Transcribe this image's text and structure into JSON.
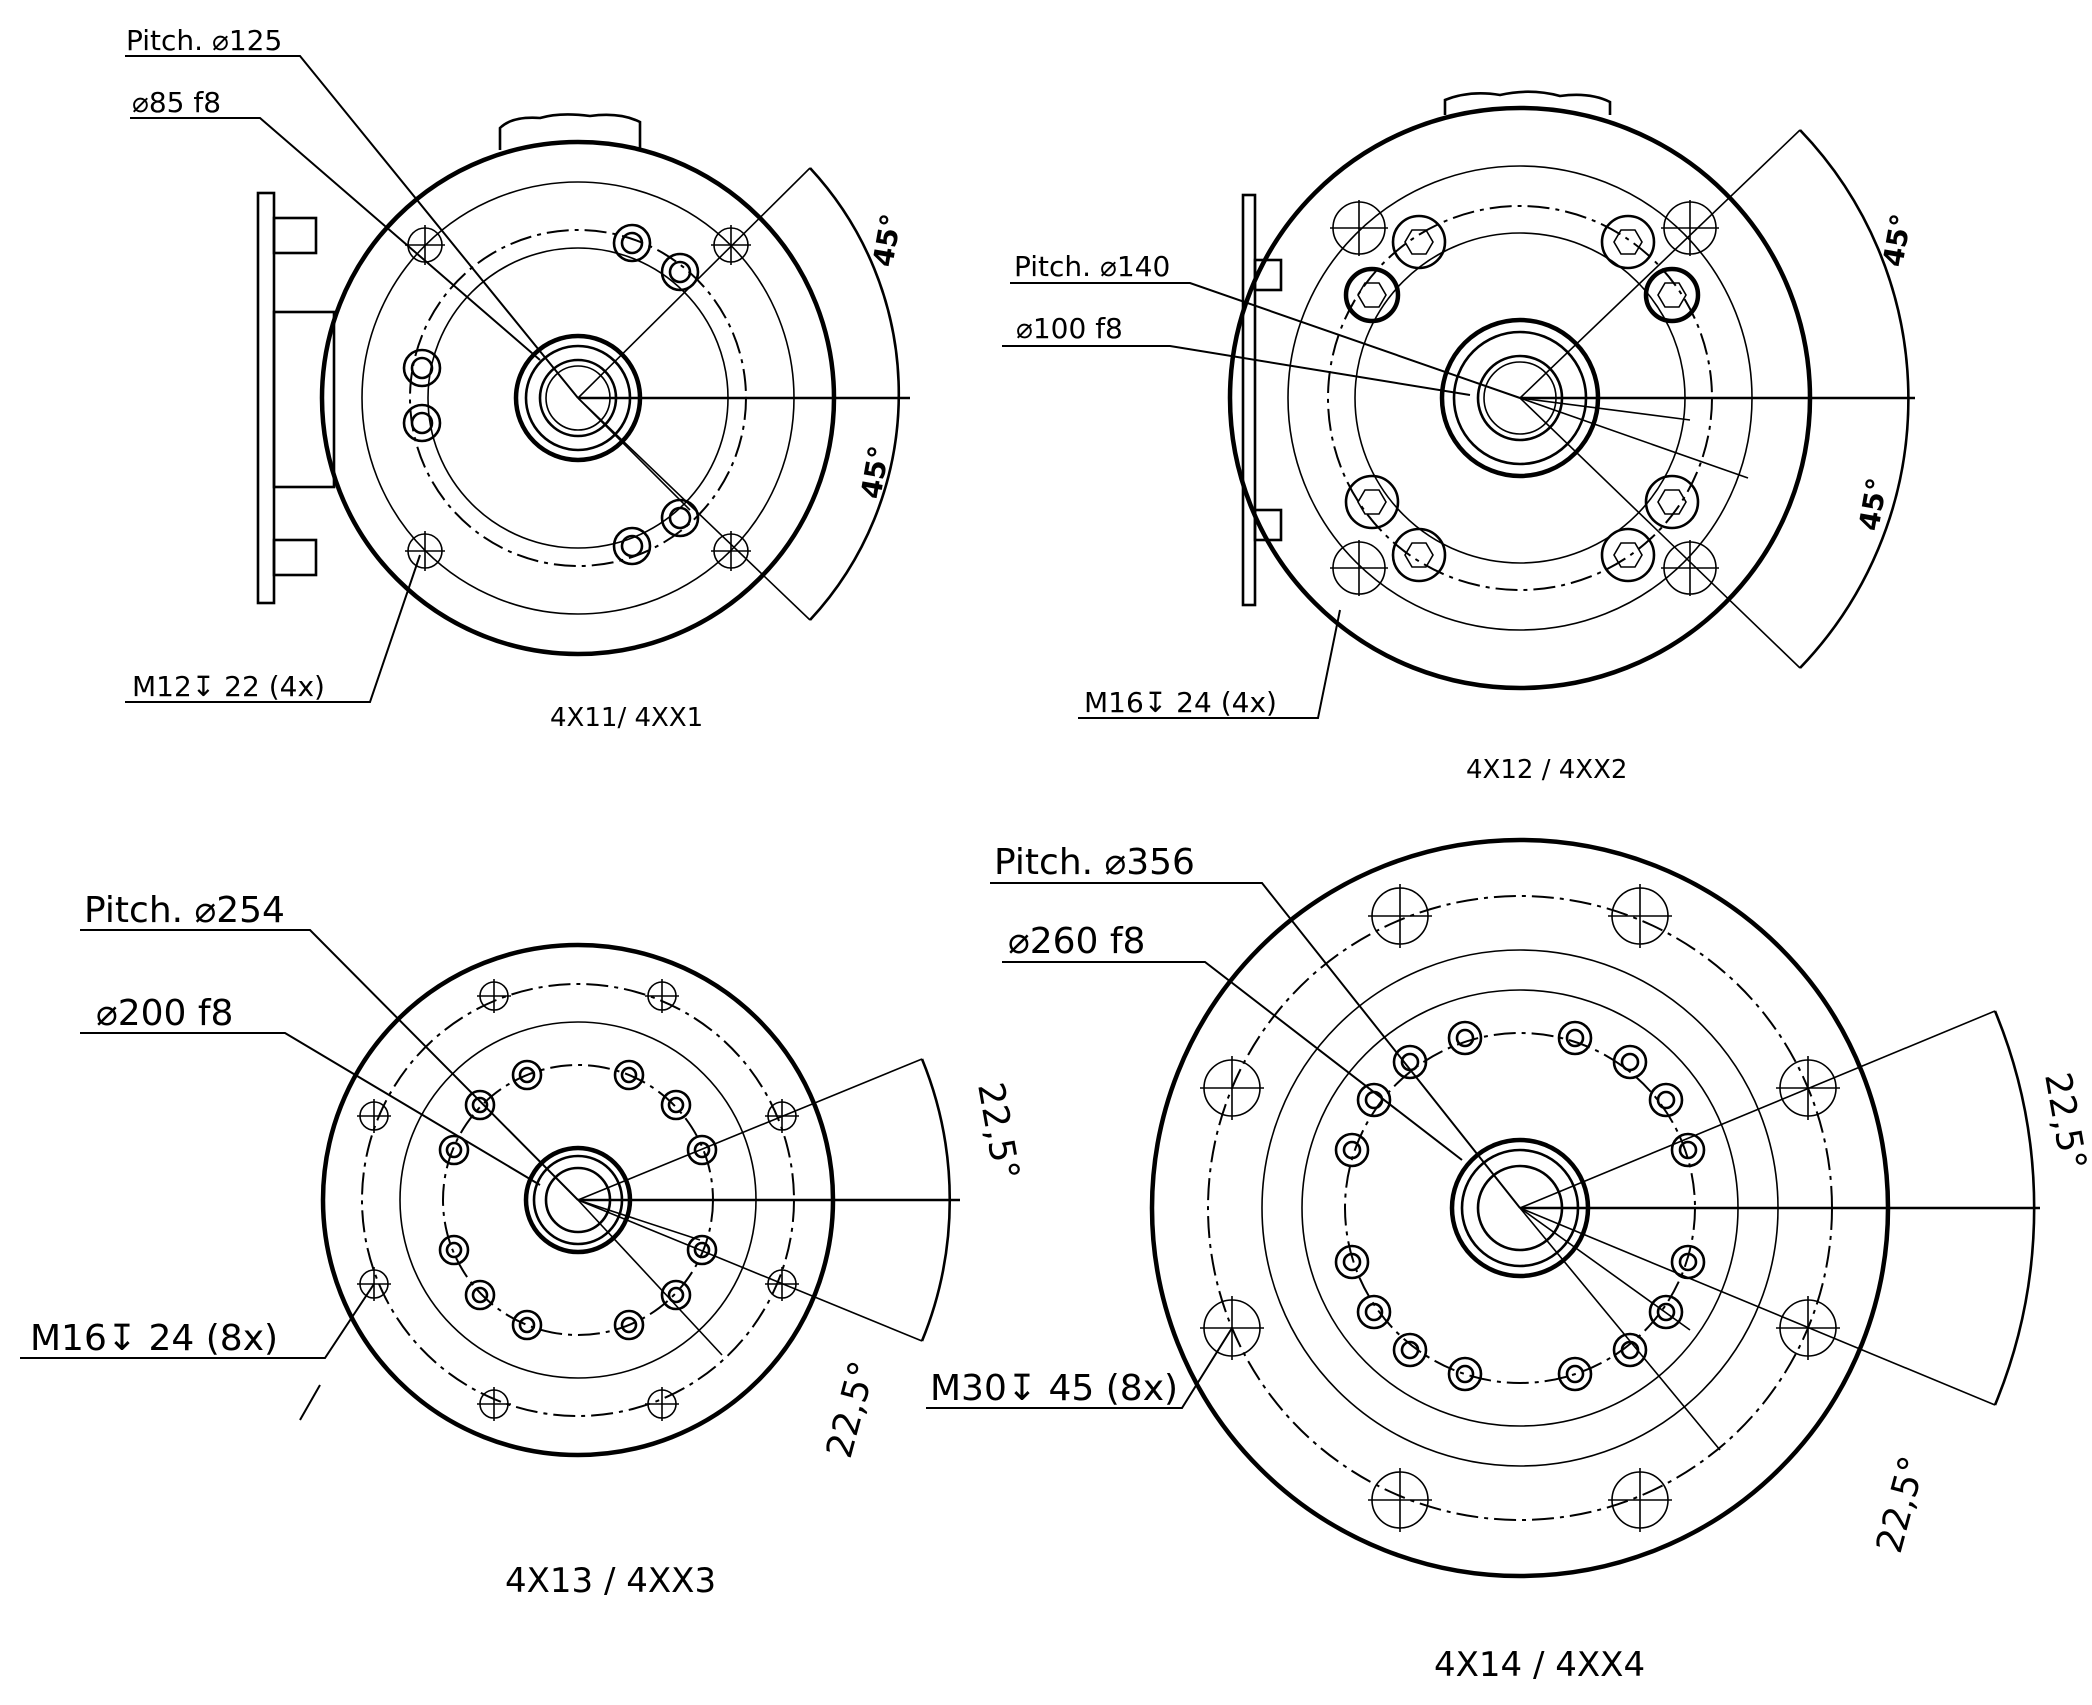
{
  "views": [
    {
      "id": "4x11",
      "caption": "4X11/ 4XX1",
      "pitch_label": "Pitch.",
      "pitch_value": "125",
      "fit_value": "85 f8",
      "thread_label": "M12",
      "thread_depth": "22 (4x)",
      "angles": [
        "45°",
        "45°"
      ]
    },
    {
      "id": "4x12",
      "caption": "4X12 / 4XX2",
      "pitch_label": "Pitch.",
      "pitch_value": "140",
      "fit_value": "100 f8",
      "thread_label": "M16",
      "thread_depth": "24 (4x)",
      "angles": [
        "45°",
        "45°"
      ]
    },
    {
      "id": "4x13",
      "caption": "4X13 / 4XX3",
      "pitch_label": "Pitch.",
      "pitch_value": "254",
      "fit_value": "200 f8",
      "thread_label": "M16",
      "thread_depth": "24 (8x)",
      "angles": [
        "22,5°",
        "22,5°"
      ]
    },
    {
      "id": "4x14",
      "caption": "4X14 / 4XX4",
      "pitch_label": "Pitch.",
      "pitch_value": "356",
      "fit_value": "260 f8",
      "thread_label": "M30",
      "thread_depth": "45 (8x)",
      "angles": [
        "22,5°",
        "22,5°"
      ]
    }
  ],
  "symbols": {
    "diameter": "⌀",
    "depth": "↧"
  },
  "colors": {
    "ink": "#000000",
    "paper": "#ffffff"
  }
}
